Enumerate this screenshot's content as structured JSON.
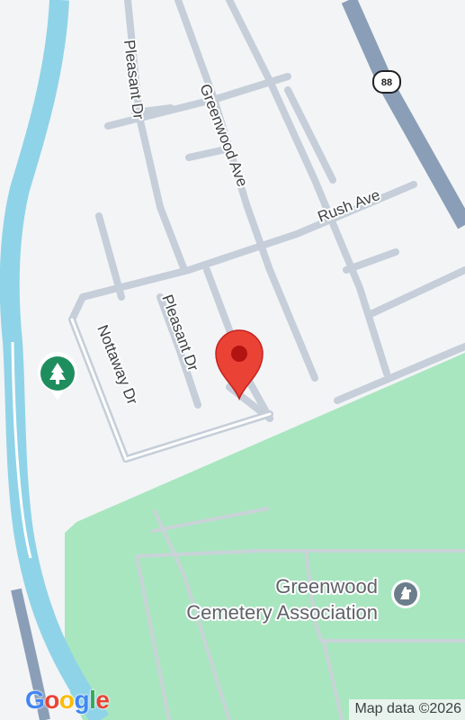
{
  "map": {
    "streets": {
      "pleasant_dr_north": "Pleasant Dr",
      "greenwood_ave": "Greenwood Ave",
      "rush_ave": "Rush Ave",
      "pleasant_dr_south": "Pleasant Dr",
      "nottaway_dr": "Nottaway Dr"
    },
    "route_shield": "88",
    "poi": {
      "cemetery_line1": "Greenwood",
      "cemetery_line2": "Cemetery Association"
    },
    "icons": {
      "marker": "red-location-pin-icon",
      "park": "park-tree-icon",
      "cemetery": "cemetery-icon",
      "route": "highway-route-shield-icon"
    },
    "colors": {
      "background": "#f3f4f6",
      "park_green": "#a8e6bf",
      "river_blue": "#8fd3e8",
      "street": "#c5ced9",
      "highway": "#8a9eb8",
      "marker_red": "#ea4335"
    }
  },
  "branding": {
    "logo": [
      "G",
      "o",
      "o",
      "g",
      "l",
      "e"
    ],
    "attribution": "Map data ©2026"
  }
}
